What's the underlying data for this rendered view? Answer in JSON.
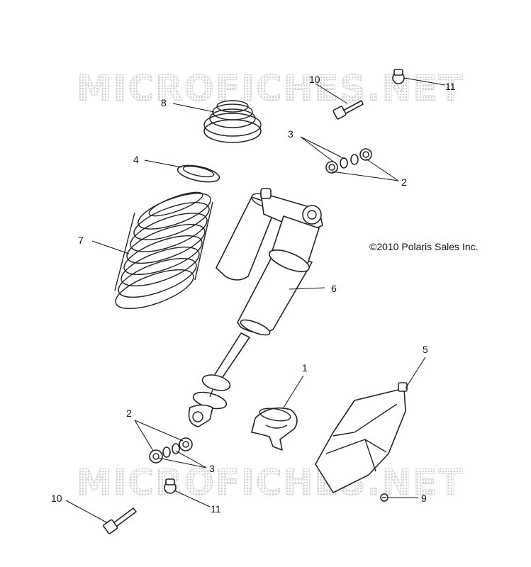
{
  "watermarks": [
    "MICROFICHES.NET",
    "MICROFICHES.NET"
  ],
  "copyright": "©2010 Polaris Sales Inc.",
  "callouts": {
    "c1": "1",
    "c2_top": "2",
    "c2_bottom": "2",
    "c3_top": "3",
    "c3_bottom": "3",
    "c4": "4",
    "c5": "5",
    "c6": "6",
    "c7": "7",
    "c8": "8",
    "c9": "9",
    "c10_top": "10",
    "c10_bottom": "10",
    "c11_top": "11",
    "c11_bottom": "11"
  }
}
